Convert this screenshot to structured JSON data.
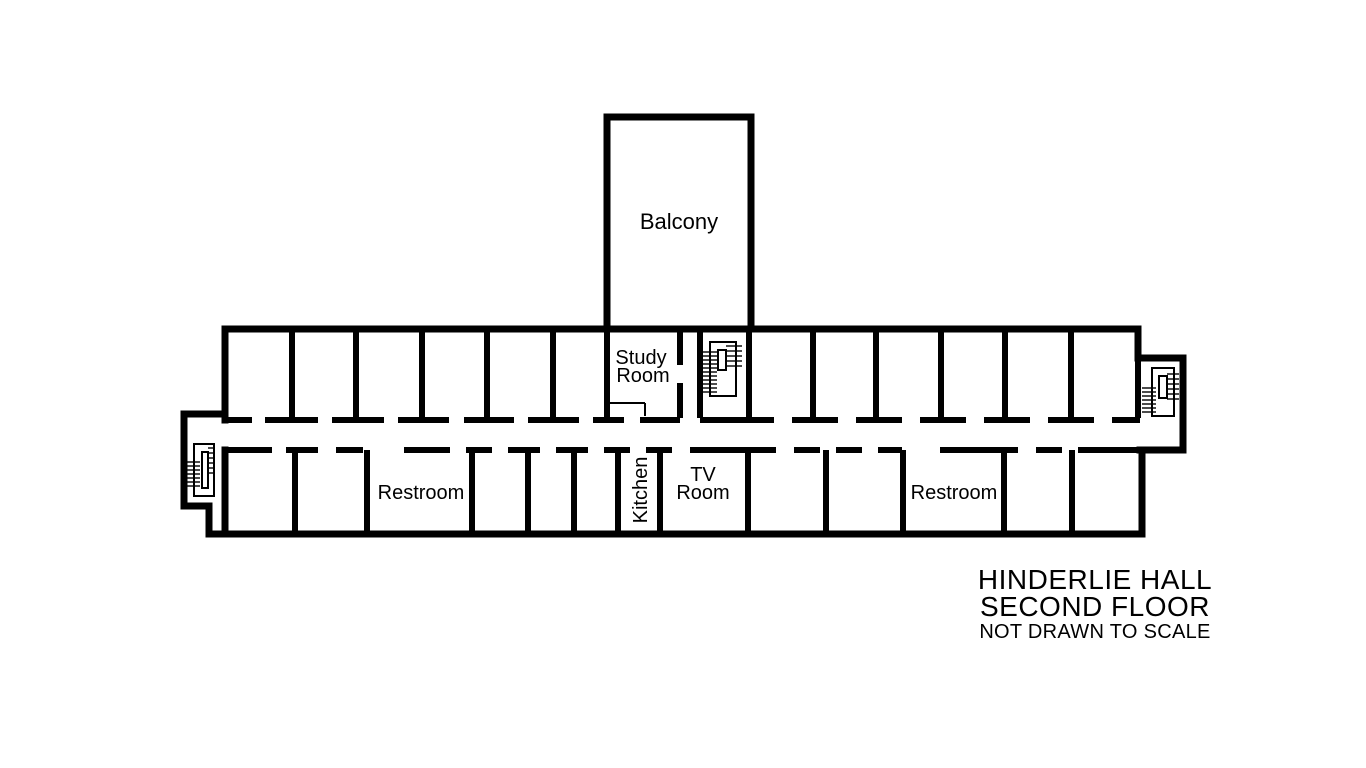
{
  "plan": {
    "rooms": {
      "balcony": "Balcony",
      "study_line1": "Study",
      "study_line2": "Room",
      "restroom_west": "Restroom",
      "kitchen": "Kitchen",
      "tv_line1": "TV",
      "tv_line2": "Room",
      "restroom_east": "Restroom"
    }
  },
  "title_block": {
    "line1": "HINDERLIE HALL",
    "line2": "SECOND FLOOR",
    "note": "NOT DRAWN TO SCALE"
  }
}
